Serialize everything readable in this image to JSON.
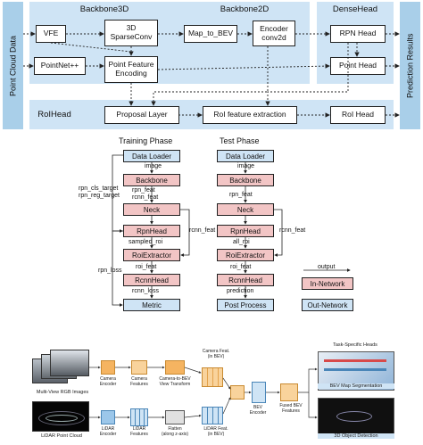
{
  "pipeline": {
    "left_label": "Point Cloud Data",
    "right_label": "Prediction Results",
    "backbone3d": "Backbone3D",
    "backbone2d": "Backbone2D",
    "densehead": "DenseHead",
    "roihead": "RoIHead",
    "vfe": "VFE",
    "sparseconv": "3D\nSparseConv",
    "pointnet": "PointNet++",
    "pfe": "Point Feature\nEncoding",
    "map_to_bev": "Map_to_BEV",
    "encoder": "Encoder\nconv2d",
    "rpn_head": "RPN Head",
    "point_head": "Point Head",
    "proposal": "Proposal Layer",
    "roi_extract": "RoI feature extraction",
    "roi_head": "RoI Head"
  },
  "flow": {
    "training_title": "Training Phase",
    "test_title": "Test Phase",
    "train_nodes": [
      "Data Loader",
      "Backbone",
      "Neck",
      "RpnHead",
      "RoiExtractor",
      "RcnnHead",
      "Metric"
    ],
    "test_nodes": [
      "Data Loader",
      "Backbone",
      "Neck",
      "RpnHead",
      "RoiExtractor",
      "RcnnHead",
      "Post Process"
    ],
    "train_edges": [
      "image",
      "rpn_feat",
      "rcnn_feat",
      "sampled_roi",
      "roi_feat",
      "rcnn_loss"
    ],
    "test_edges": [
      "image",
      "rpn_feat",
      "all_roi",
      "roi_feat",
      "prediction"
    ],
    "rpn_cls": "rpn_cls_target",
    "rpn_reg": "rpn_reg_target",
    "rpn_loss": "rpn_loss",
    "rcnn_feat_side": "rcnn_feat",
    "legend_output": "output",
    "legend_in": "In-Network",
    "legend_out": "Out-Network"
  },
  "fusion": {
    "multiview_label": "Multi-View RGB Images",
    "lidar_label": "LiDAR Point Cloud",
    "cam_encoder": "Camera\nEncoder",
    "cam_features": "Camera\nFeatures",
    "cam_to_bev": "Camera-to-BEV\nView Transform",
    "cam_feat_bev": "Camera Feat.\n(in BEV)",
    "lidar_encoder": "LiDAR\nEncoder",
    "lidar_features": "LiDAR\nFeatures",
    "flatten": "Flatten\n(along z-axis)",
    "lidar_feat_bev": "LiDAR Feat.\n(in BEV)",
    "bev_encoder": "BEV\nEncoder",
    "fused": "Fused BEV\nFeatures",
    "heads_title": "Task-Specific Heads",
    "seg": "BEV Map Segmentation",
    "det": "3D Object Detection"
  },
  "colors": {
    "panel": "#cfe4f5",
    "panel_dark": "#a9cfe9",
    "in_network": "#f2c5c5",
    "out_network": "#cfe4f5",
    "orange": "#f5b461"
  }
}
